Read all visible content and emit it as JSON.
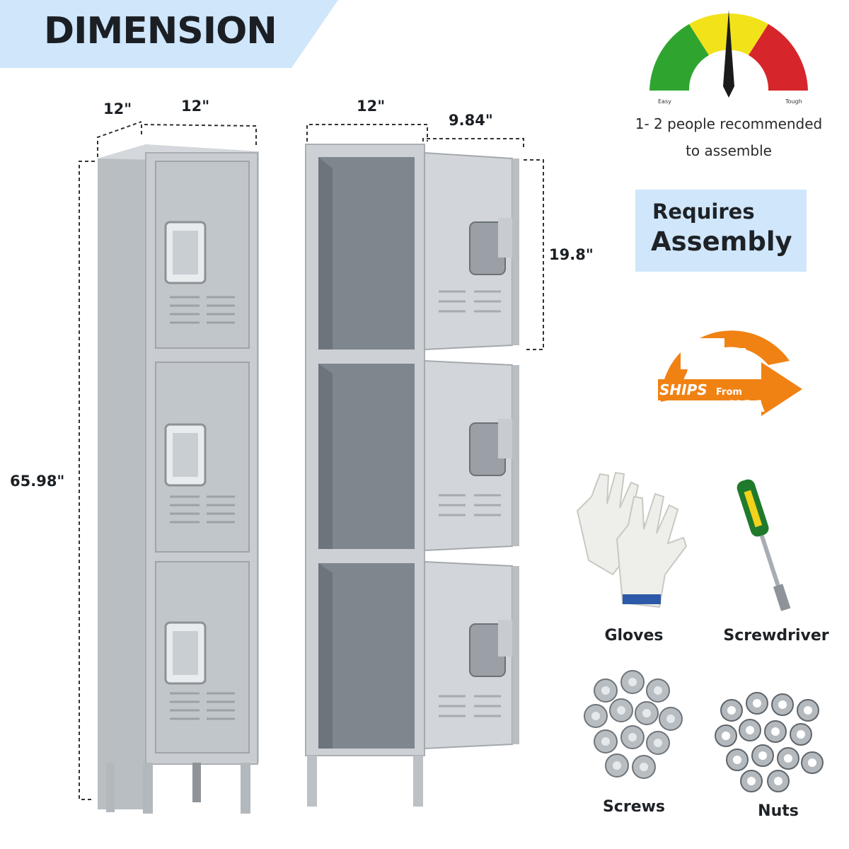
{
  "header": {
    "title": "DIMENSION"
  },
  "dimensions": {
    "depth": "12\"",
    "width": "12\"",
    "height": "65.98\"",
    "interior_width": "12\"",
    "door_width": "9.84\"",
    "compartment_height": "19.8\""
  },
  "difficulty": {
    "easy_label": "Easy",
    "tough_label": "Tough",
    "people_line1": "1- 2 people recommended",
    "people_line2": "to assemble"
  },
  "assembly": {
    "line1": "Requires",
    "line2": "Assembly"
  },
  "shipping": {
    "ships": "SHIPS",
    "from": "From",
    "usa": "USA"
  },
  "tools": {
    "gloves": "Gloves",
    "screwdriver": "Screwdriver",
    "screws": "Screws",
    "nuts": "Nuts"
  },
  "colors": {
    "banner": "#cfe6fb",
    "locker": "#c3c8cd",
    "gauge_green": "#2fa52f",
    "gauge_yellow": "#f2e21a",
    "gauge_red": "#d6262b",
    "ship_orange": "#f08214"
  }
}
